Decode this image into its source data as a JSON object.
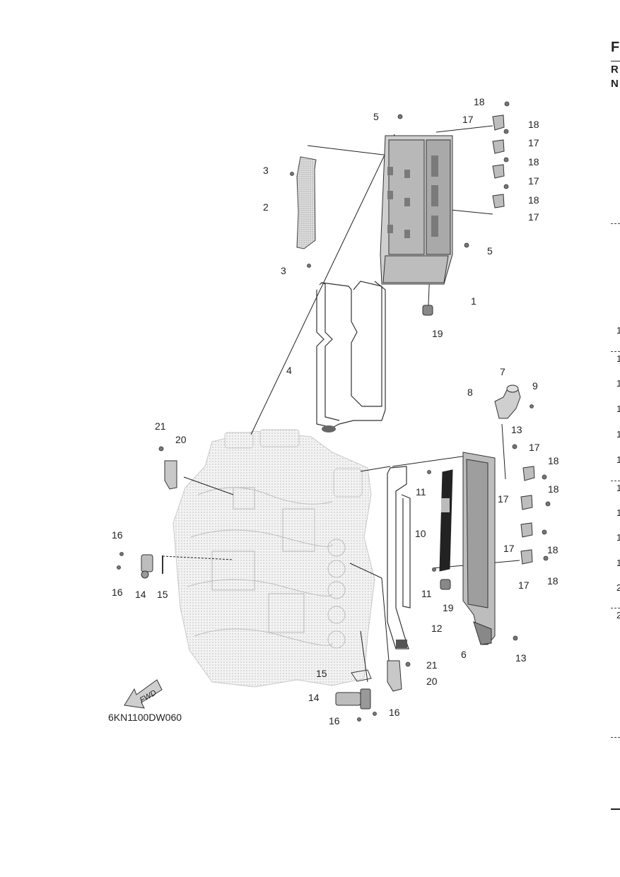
{
  "diagram_code": "6KN1100DW060",
  "fwd_label": "FWD",
  "right_edge": {
    "letters": [
      "F",
      "R",
      "N"
    ],
    "numbers": [
      "1",
      "1",
      "1",
      "1",
      "1",
      "1",
      "1",
      "1",
      "1",
      "1",
      "2",
      "2"
    ]
  },
  "callouts": {
    "c1": "1",
    "c2": "2",
    "c3a": "3",
    "c3b": "3",
    "c4": "4",
    "c5a": "5",
    "c5b": "5",
    "c6": "6",
    "c7": "7",
    "c8": "8",
    "c9": "9",
    "c10": "10",
    "c11a": "11",
    "c11b": "11",
    "c12": "12",
    "c13a": "13",
    "c13b": "13",
    "c14a": "14",
    "c14b": "14",
    "c15a": "15",
    "c15b": "15",
    "c16a": "16",
    "c16b": "16",
    "c16c": "16",
    "c16d": "16",
    "c17a": "17",
    "c17b": "17",
    "c17c": "17",
    "c17d": "17",
    "c17e": "17",
    "c17f": "17",
    "c17g": "17",
    "c17h": "17",
    "c18a": "18",
    "c18b": "18",
    "c18c": "18",
    "c18d": "18",
    "c18e": "18",
    "c18f": "18",
    "c18g": "18",
    "c18h": "18",
    "c19a": "19",
    "c19b": "19",
    "c20a": "20",
    "c20b": "20",
    "c21a": "21",
    "c21b": "21"
  },
  "colors": {
    "line": "#222222",
    "part_fill": "#d4d4d4",
    "engine_fill": "#ebebeb",
    "gasket_fill": "#f2f2f2"
  }
}
